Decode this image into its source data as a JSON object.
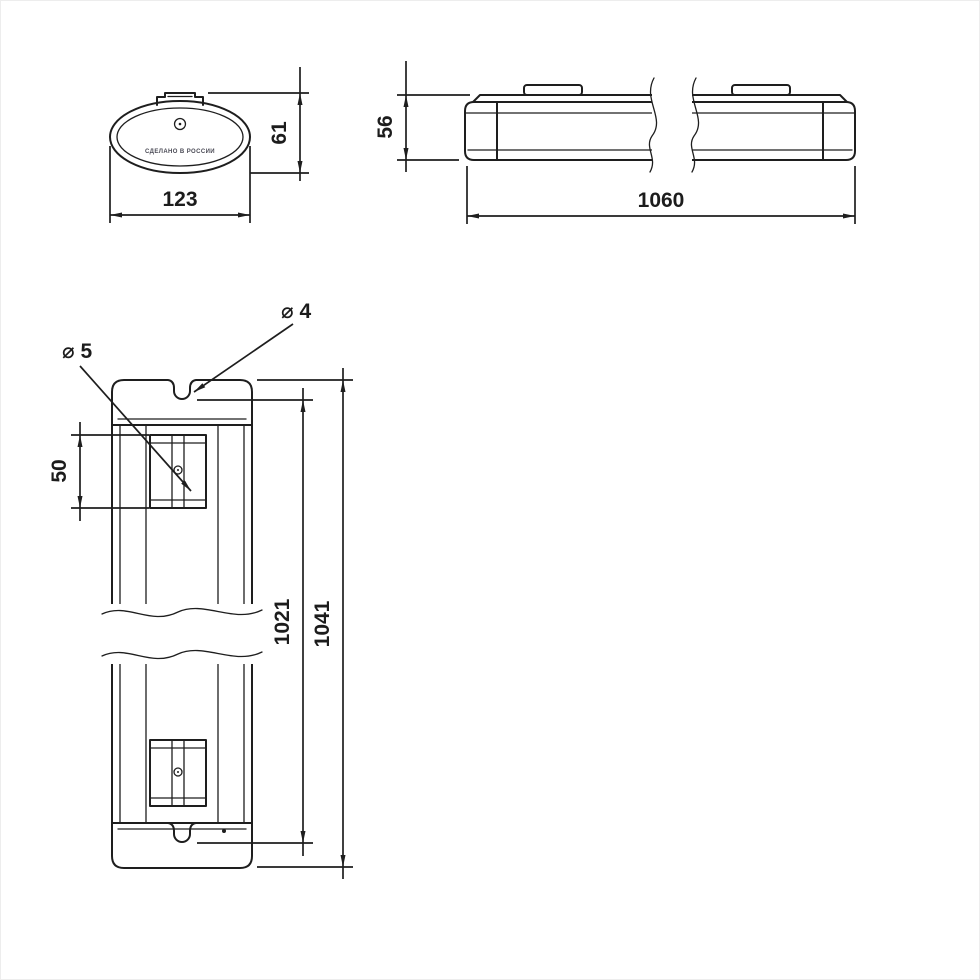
{
  "drawing": {
    "type": "technical-dimension-drawing",
    "line_color": "#1e1e1e",
    "background": "#ffffff"
  },
  "end_view": {
    "height_dim": "61",
    "width_dim": "123",
    "marking": "СДЕЛАНО В РОССИИ"
  },
  "side_view": {
    "height_dim": "56",
    "length_dim": "1060"
  },
  "plan_view": {
    "slot_dia_dim": "⌀ 4",
    "hole_dia_dim": "⌀ 5",
    "bracket_dim": "50",
    "mount_length_dim": "1021",
    "overall_length_dim": "1041"
  }
}
